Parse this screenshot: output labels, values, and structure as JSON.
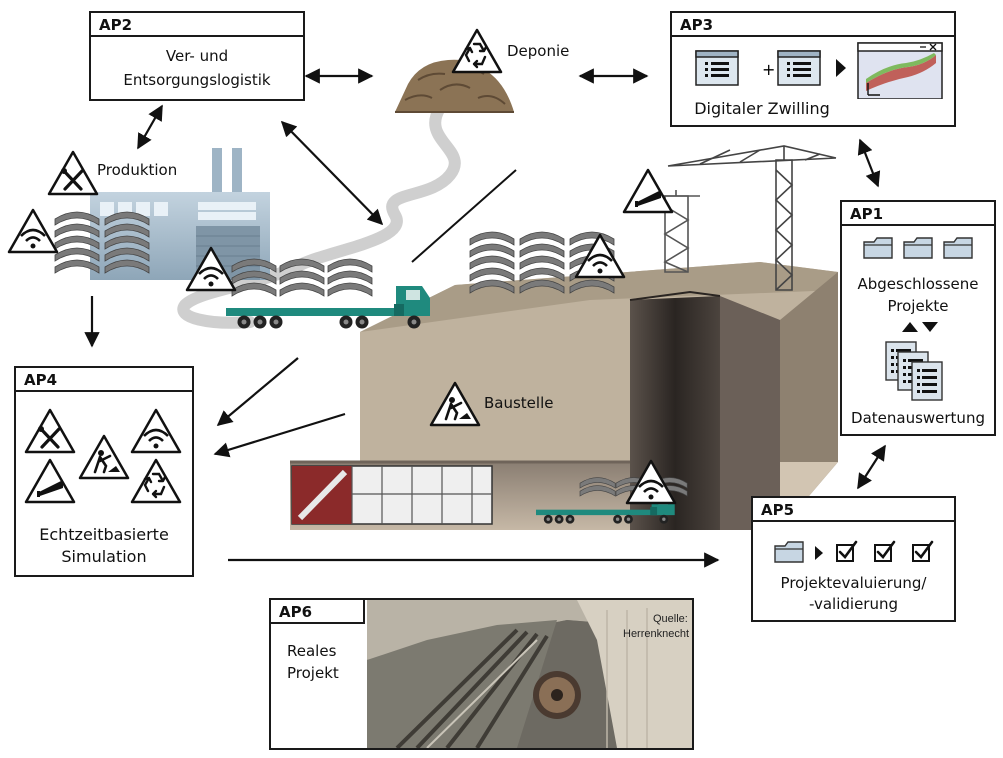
{
  "ap1": {
    "id": "AP1",
    "line1": "Abgeschlossene",
    "line2": "Projekte",
    "footer": "Datenauswertung"
  },
  "ap2": {
    "id": "AP2",
    "line1": "Ver- und",
    "line2": "Entsorgungslogistik"
  },
  "ap3": {
    "id": "AP3",
    "label": "Digitaler Zwilling",
    "plus": "+"
  },
  "ap4": {
    "id": "AP4",
    "line1": "Echtzeitbasierte",
    "line2": "Simulation"
  },
  "ap5": {
    "id": "AP5",
    "line1": "Projektevaluierung/",
    "line2": "-validierung"
  },
  "ap6": {
    "id": "AP6",
    "line1": "Reales",
    "line2": "Projekt",
    "photo_credit_1": "Quelle:",
    "photo_credit_2": "Herrenknecht"
  },
  "labels": {
    "deponie": "Deponie",
    "produktion": "Produktion",
    "baustelle": "Baustelle"
  },
  "colors": {
    "truck": "#1f8a7e",
    "ground": "#bfb29e",
    "pit": "#2f2a27",
    "concrete": "#dddad3",
    "factory": "#a9bfd0"
  }
}
